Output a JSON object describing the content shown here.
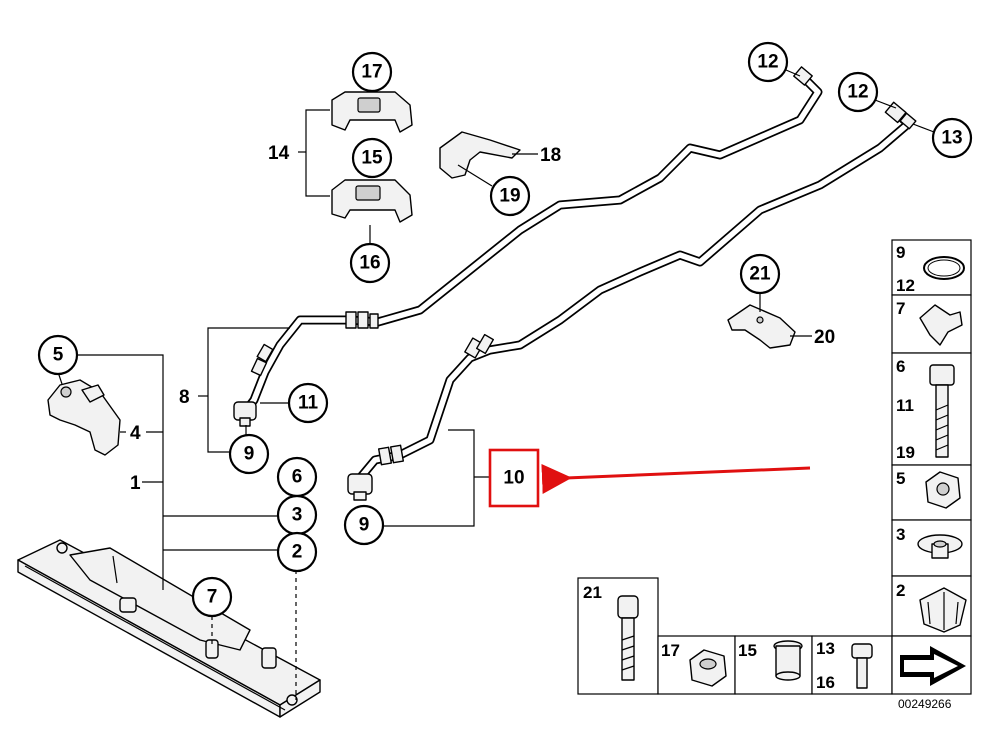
{
  "diagram_code": "00249266",
  "callouts": {
    "c17": "17",
    "c15": "15",
    "c16": "16",
    "c19": "19",
    "c12a": "12",
    "c12b": "12",
    "c13": "13",
    "c21": "21",
    "c11": "11",
    "c9a": "9",
    "c9b": "9",
    "c5": "5",
    "c6": "6",
    "c3": "3",
    "c2": "2",
    "c7": "7"
  },
  "labels": {
    "l14": "14",
    "l18": "18",
    "l20": "20",
    "l8": "8",
    "l4": "4",
    "l1": "1",
    "l10": "10"
  },
  "side_panel": {
    "row1": [
      "9",
      "12"
    ],
    "row2": [
      "7"
    ],
    "row3": [
      "6",
      "11",
      "19"
    ],
    "row4": [
      "5"
    ],
    "row5": [
      "3"
    ],
    "row6": [
      "2"
    ]
  },
  "bottom_panel": {
    "b21": "21",
    "b17": "17",
    "b15": "15",
    "b13": "13",
    "b16": "16"
  },
  "highlight_color": "#e01010"
}
